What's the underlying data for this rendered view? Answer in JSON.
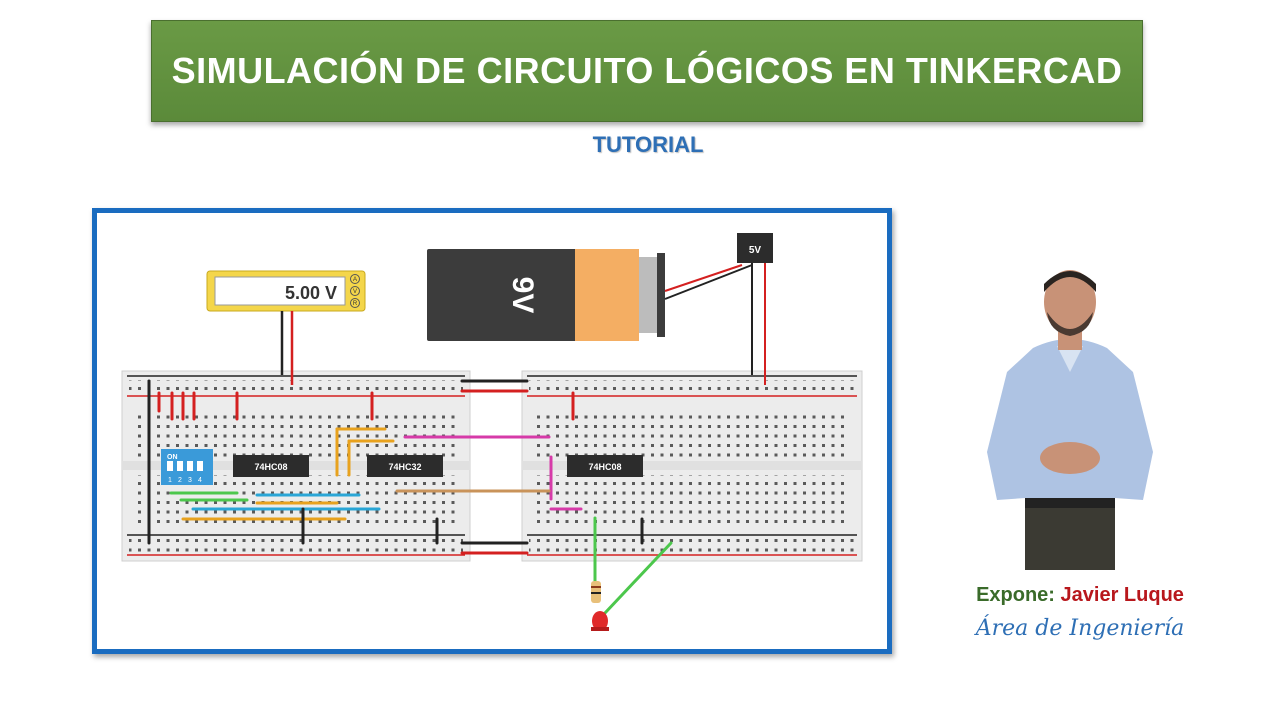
{
  "header": {
    "title": "SIMULACIÓN DE CIRCUITO LÓGICOS EN TINKERCAD",
    "subtitle": "TUTORIAL"
  },
  "circuit": {
    "multimeter_reading": "5.00 V",
    "multimeter_modes": [
      "A",
      "V",
      "R"
    ],
    "battery_label": "9V",
    "regulator_label": "5V",
    "dip_switch": {
      "label": "ON",
      "positions": [
        "1",
        "2",
        "3",
        "4"
      ]
    },
    "chips": [
      "74HC08",
      "74HC32",
      "74HC08"
    ]
  },
  "presenter": {
    "label": "Expone:",
    "name": "Javier Luque",
    "department": "Área de Ingeniería"
  },
  "colors": {
    "banner": "#5b8a3a",
    "frame_border": "#1a6cc0",
    "subtitle": "#2e6fb5",
    "speaker_name": "#b8171c",
    "wire_red": "#d42020",
    "wire_black": "#222222"
  }
}
